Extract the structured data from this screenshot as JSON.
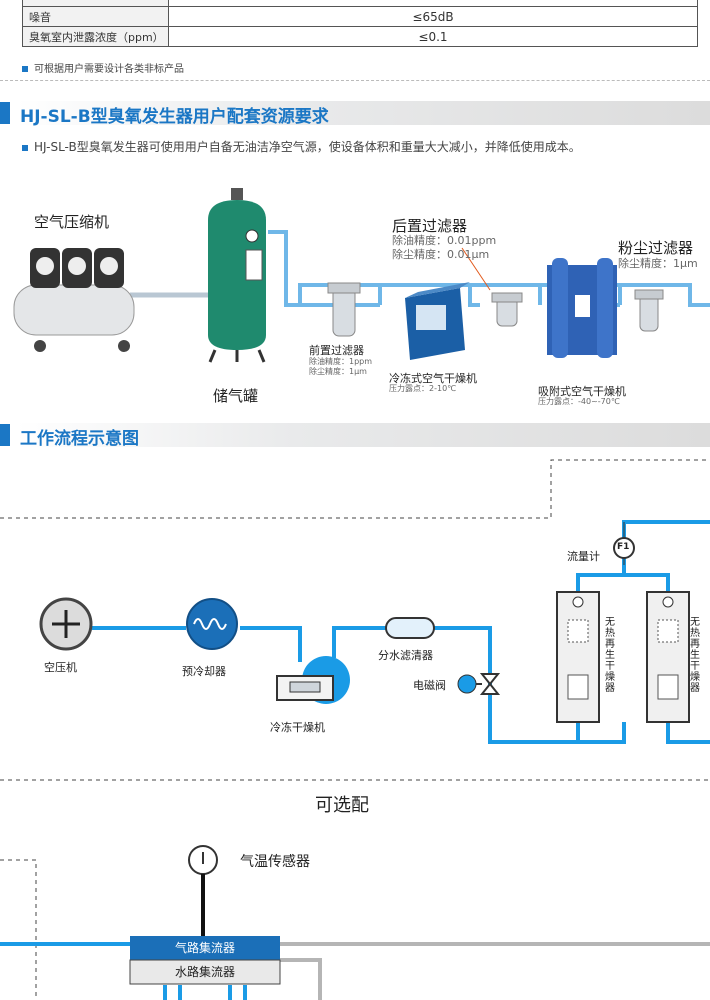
{
  "spec_table": {
    "rows": [
      {
        "label": "噪音",
        "value": "≤65dB"
      },
      {
        "label": "臭氧室内泄露浓度（ppm）",
        "value": "≤0.1"
      }
    ]
  },
  "note": "可根据用户需要设计各类非标产品",
  "section1": {
    "title": "HJ-SL-B型臭氧发生器用户配套资源要求",
    "description": "HJ-SL-B型臭氧发生器可使用用户自备无油洁净空气源，使设备体积和重量大大减小，并降低使用成本。"
  },
  "equipment": {
    "compressor": "空气压缩机",
    "tank": "储气罐",
    "rear_filter": {
      "title": "后置过滤器",
      "spec1": "除油精度：0.01ppm",
      "spec2": "除尘精度：0.01μm"
    },
    "dust_filter": {
      "title": "粉尘过滤器",
      "spec1": "除尘精度：1μm"
    },
    "pre_filter": {
      "title": "前置过滤器",
      "spec1": "除油精度：1ppm",
      "spec2": "除尘精度：1μm"
    },
    "cold_dryer": {
      "title": "冷冻式空气干燥机",
      "spec1": "压力露点：2-10℃"
    },
    "adsorption_dryer": {
      "title": "吸附式空气干燥机",
      "spec1": "压力露点：-40~-70℃"
    }
  },
  "section2": {
    "title": "工作流程示意图"
  },
  "flow": {
    "compressor": "空压机",
    "precooler": "预冷却器",
    "cold_dryer": "冷冻干燥机",
    "water_filter": "分水滤清器",
    "solenoid": "电磁阀",
    "flowmeter": "流量计",
    "flowmeter_tag": "F1",
    "regen_dryer_1": "无热再生干燥器",
    "regen_dryer_2": "无热再生干燥器"
  },
  "optional": {
    "title": "可选配",
    "temp_sensor": "气温传感器",
    "gas_manifold": "气路集流器",
    "water_manifold": "水路集流器"
  },
  "colors": {
    "accent": "#1b77c5",
    "pipe": "#1a9be6",
    "tank_green": "#1f8a6e"
  }
}
